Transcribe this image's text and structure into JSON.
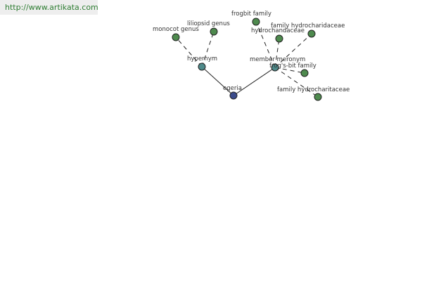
{
  "source_link": "http://www.artikata.com",
  "colors": {
    "root": "#3a4a8a",
    "relation": "#4e8a8a",
    "leaf": "#4e8a4e"
  },
  "graph": {
    "root": {
      "label": "egeria"
    },
    "relations": [
      {
        "label": "hypernym",
        "children": [
          {
            "label": "monocot genus"
          },
          {
            "label": "liliopsid genus"
          }
        ]
      },
      {
        "label": "member meronym",
        "children": [
          {
            "label": "frogbit family"
          },
          {
            "label": "hydrochandaceae"
          },
          {
            "label": "family hydrocharidaceae"
          },
          {
            "label": "frog's-bit family"
          },
          {
            "label": "family hydrocharitaceae"
          }
        ]
      }
    ]
  }
}
